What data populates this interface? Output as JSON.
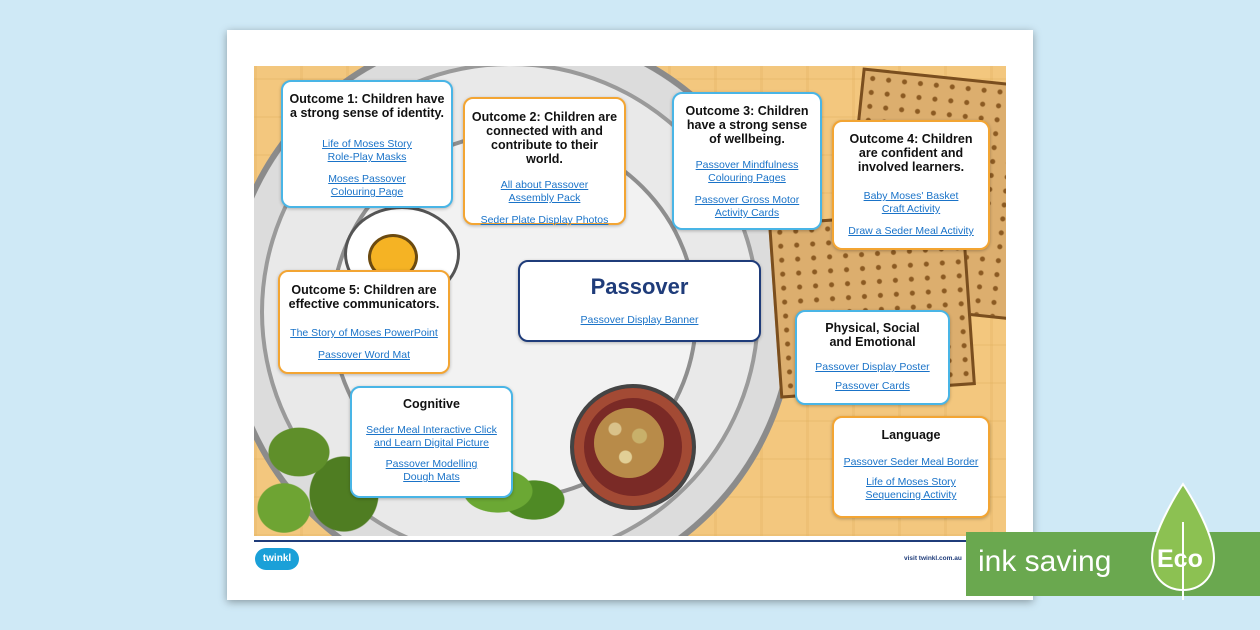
{
  "title": "Passover",
  "banner_link": "Passover Display Banner",
  "cards": [
    {
      "title": "Outcome 1: Children have a strong sense of identity.",
      "links": [
        "Life of Moses Story Role-Play Masks",
        "Moses Passover Colouring Page"
      ]
    },
    {
      "title": "Outcome 2: Children are connected with and contribute to their world.",
      "links": [
        "All about Passover Assembly Pack",
        "Seder Plate Display Photos"
      ]
    },
    {
      "title": "Outcome 3: Children have a strong sense of wellbeing.",
      "links": [
        "Passover Mindfulness Colouring Pages",
        "Passover Gross Motor Activity Cards"
      ]
    },
    {
      "title": "Outcome 4: Children are confident and involved learners.",
      "links": [
        "Baby Moses' Basket Craft Activity",
        "Draw a Seder Meal Activity"
      ]
    },
    {
      "title": "Outcome 5: Children are effective communicators.",
      "links": [
        "The Story of Moses PowerPoint",
        "Passover Word Mat"
      ]
    },
    {
      "title": "Cognitive",
      "links": [
        "Seder Meal Interactive Click and Learn Digital Picture",
        "Passover Modelling Dough Mats"
      ]
    },
    {
      "title": "Physical, Social and Emotional",
      "links": [
        "Passover Display Poster",
        "Passover Cards"
      ]
    },
    {
      "title": "Language",
      "links": [
        "Passover Seder Meal Border",
        "Life of Moses Story Sequencing Activity"
      ]
    }
  ],
  "footer": {
    "logo": "twinkl",
    "url": "visit twinkl.com.au"
  },
  "eco_badge": {
    "text": "ink saving",
    "label": "Eco"
  },
  "colors": {
    "blue_border": "#49b5e6",
    "orange_border": "#f3a533",
    "navy": "#1f3c7a",
    "eco_green": "#6aa84f",
    "link": "#1a73c8"
  }
}
